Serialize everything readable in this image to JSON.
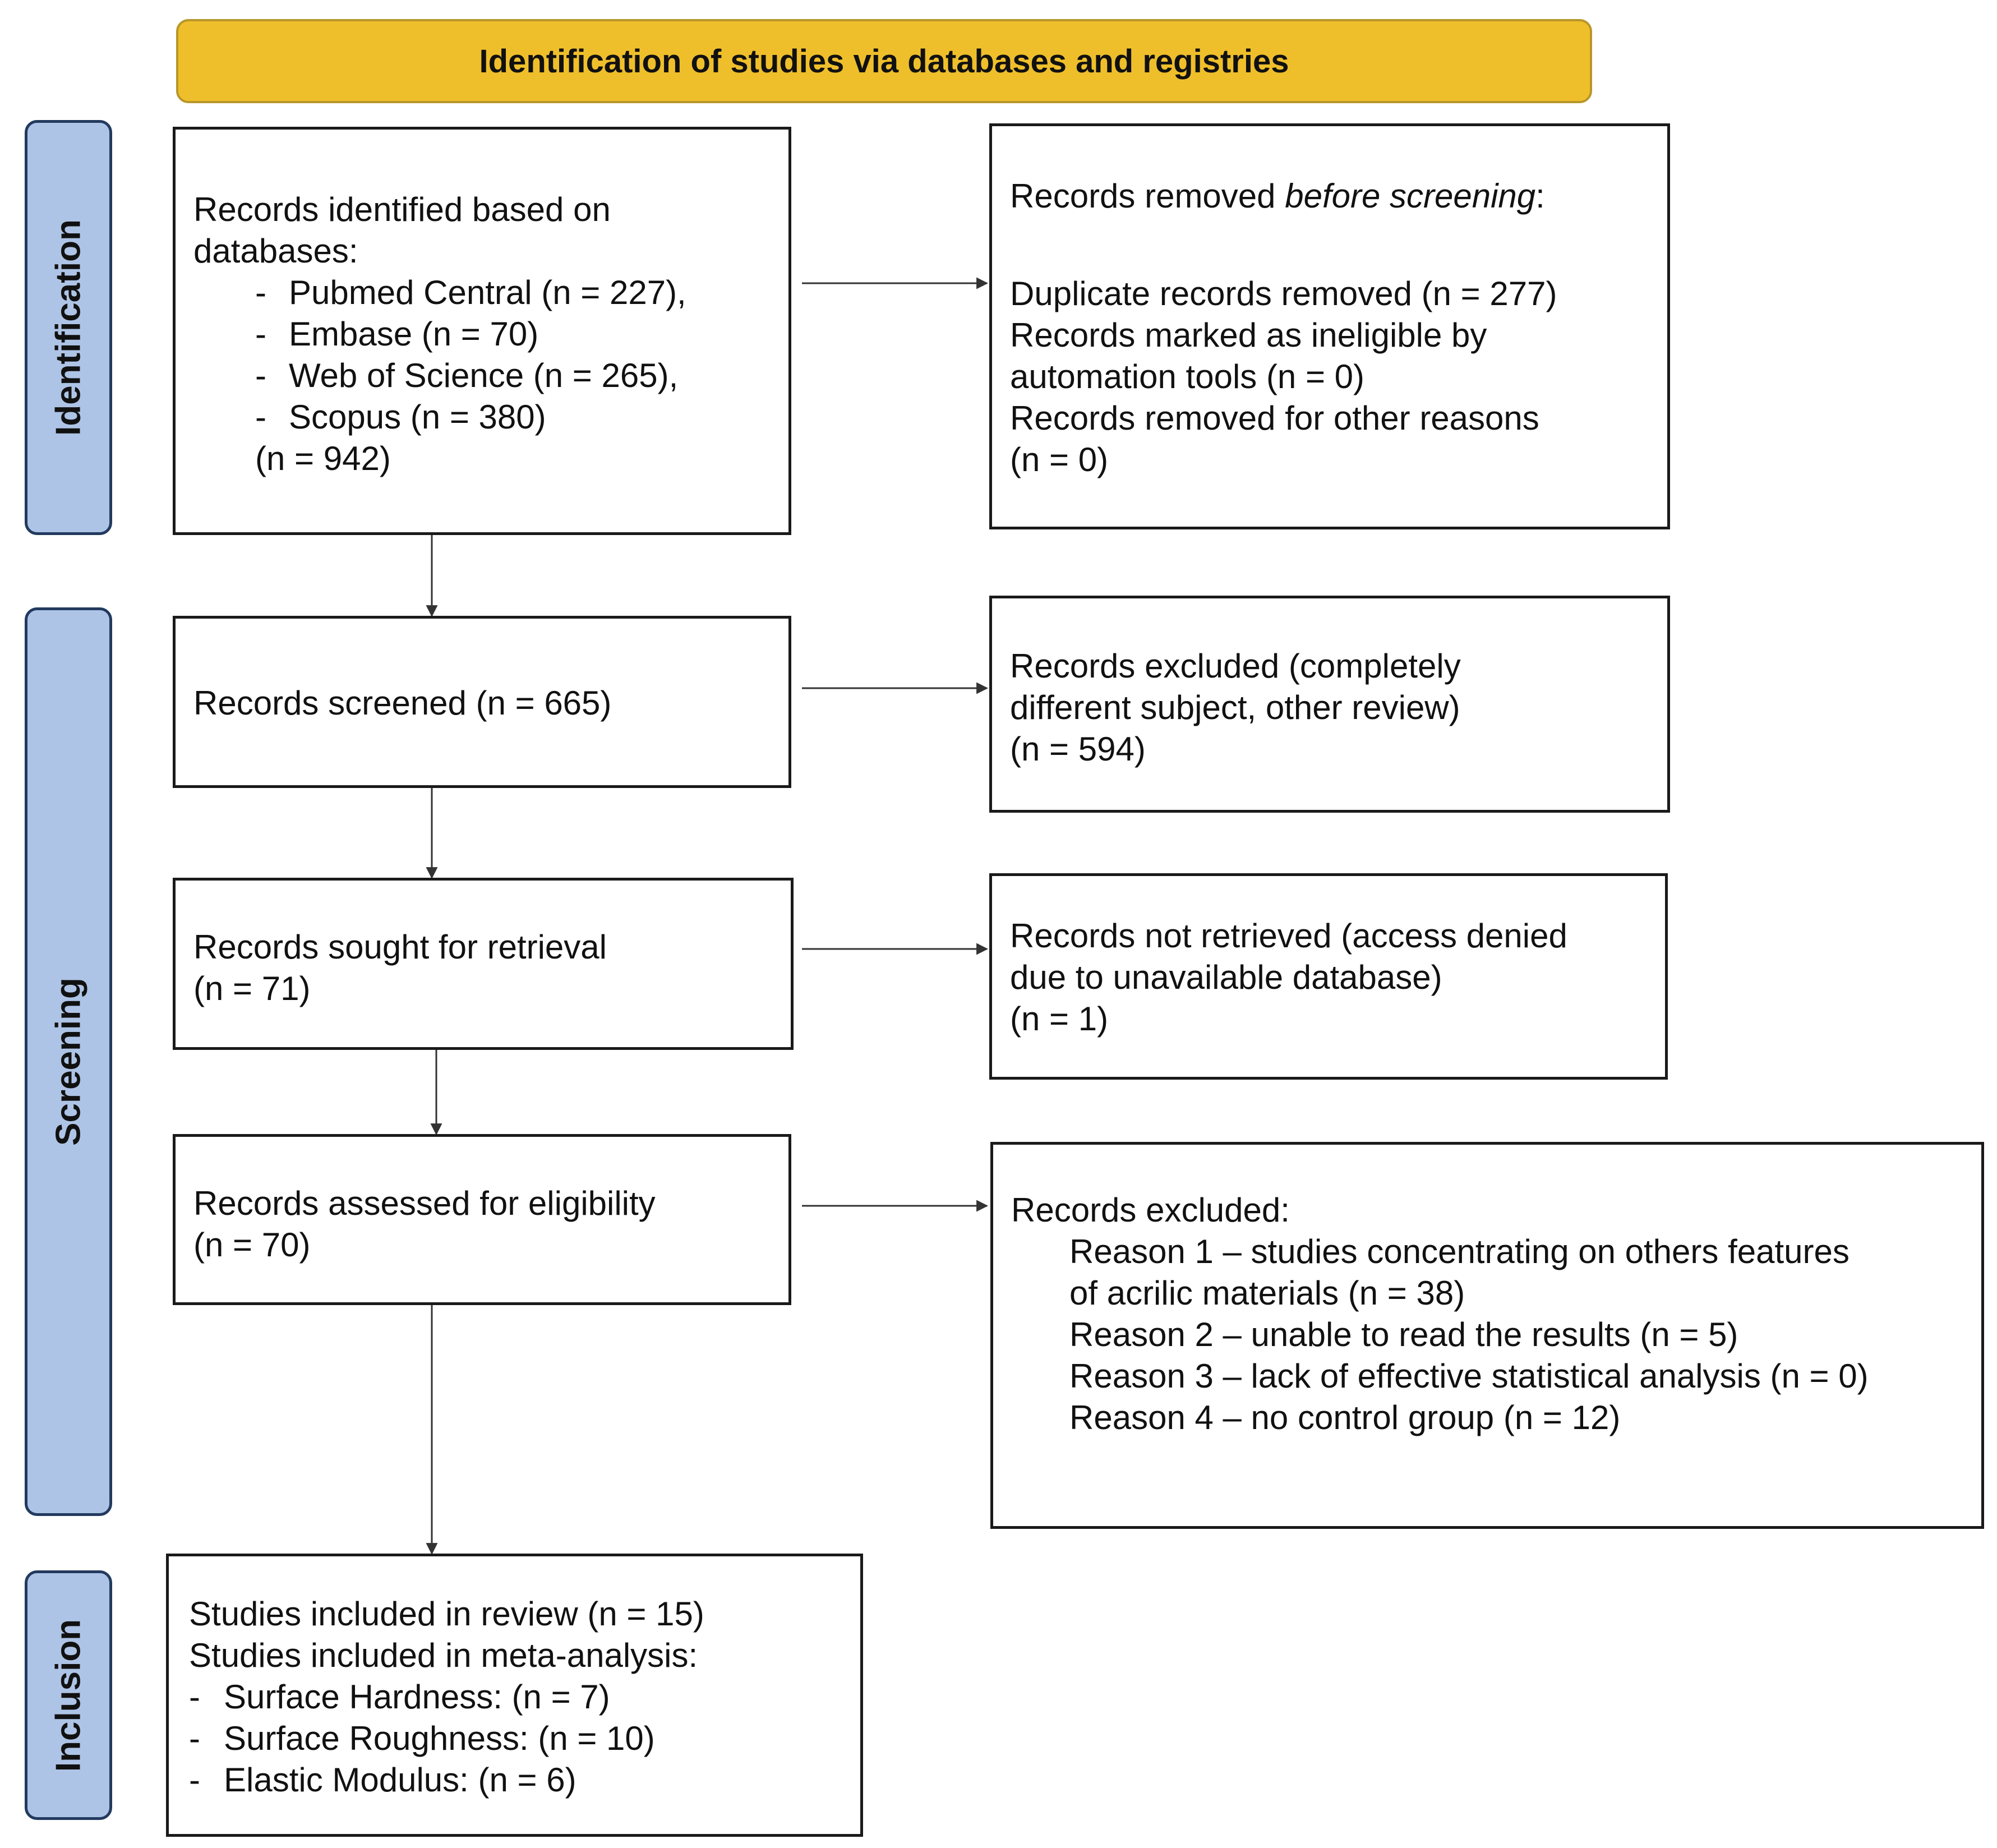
{
  "header": {
    "title": "Identification of studies via databases and registries"
  },
  "stages": {
    "identification": "Identification",
    "screening": "Screening",
    "inclusion": "Inclusion"
  },
  "identified": {
    "heading_line1": "Records identified based on",
    "heading_line2": "databases:",
    "sources": [
      "Pubmed Central (n = 227),",
      "Embase (n = 70)",
      "Web of Science (n = 265),",
      "Scopus (n = 380)"
    ],
    "total": "(n = 942)"
  },
  "removed": {
    "heading_prefix": "Records removed ",
    "heading_em": "before screening",
    "heading_suffix": ":",
    "lines": [
      "Duplicate records removed  (n = 277)",
      "Records marked as ineligible by",
      "automation tools (n = 0)",
      "Records removed for other reasons",
      "(n = 0)"
    ]
  },
  "screened": {
    "text": "Records screened (n = 665)"
  },
  "excluded_screen": {
    "lines": [
      "Records excluded (completely",
      "different subject, other review)",
      "(n = 594)"
    ]
  },
  "sought": {
    "lines": [
      "Records sought for retrieval",
      "(n = 71)"
    ]
  },
  "not_retrieved": {
    "lines": [
      "Records not retrieved (access denied",
      "due to unavailable database)",
      "(n = 1)"
    ]
  },
  "assessed": {
    "lines": [
      "Records assessed for eligibility",
      "(n = 70)"
    ]
  },
  "excluded_eligibility": {
    "heading": "Records excluded:",
    "reason1_line1": "Reason 1 – studies concentrating on others features",
    "reason1_line2": "of acrilic materials (n = 38)",
    "reason2": "Reason 2 – unable to read the results (n = 5)",
    "reason3": "Reason 3 – lack of effective statistical analysis (n = 0)",
    "reason4": "Reason 4 – no control group (n = 12)"
  },
  "included": {
    "review": "Studies included in review (n = 15)",
    "meta": "Studies included in meta-analysis:",
    "items": [
      "Surface Hardness: (n = 7)",
      "Surface Roughness: (n = 10)",
      "Elastic Modulus: (n = 6)"
    ]
  },
  "bullet_char": "-"
}
